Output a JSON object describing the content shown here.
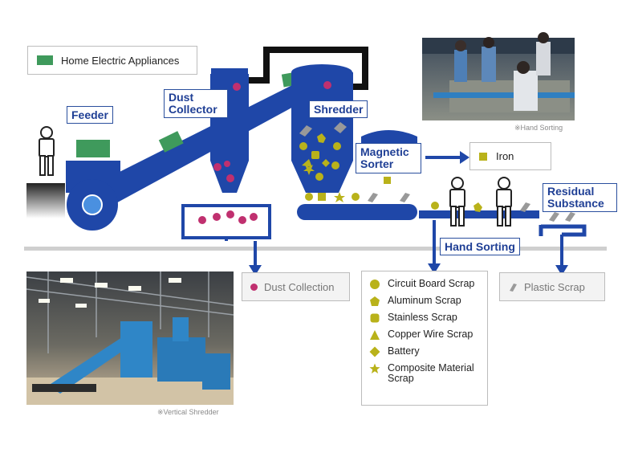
{
  "legend_top": {
    "label": "Home Electric Appliances",
    "swatch_color": "#3f9a5c"
  },
  "stations": {
    "feeder": "Feeder",
    "dust_collector": "Dust Collector",
    "shredder": "Shredder",
    "magnetic_sorter": "Magnetic Sorter",
    "residual_substance": "Residual Substance",
    "hand_sorting": "Hand Sorting"
  },
  "outputs": {
    "iron": "Iron",
    "dust_collection": "Dust Collection",
    "plastic_scrap": "Plastic Scrap"
  },
  "photo_captions": {
    "hand_sorting": "※Hand Sorting",
    "vertical_shredder": "※Vertical Shredder"
  },
  "sorted_materials": [
    {
      "label": "Circuit Board Scrap",
      "icon": "circle-icon"
    },
    {
      "label": "Aluminum Scrap",
      "icon": "pentagon-icon"
    },
    {
      "label": "Stainless Scrap",
      "icon": "rounded-square-icon"
    },
    {
      "label": "Copper Wire Scrap",
      "icon": "triangle-icon"
    },
    {
      "label": "Battery",
      "icon": "diamond-icon"
    },
    {
      "label": "Composite Material Scrap",
      "icon": "star-icon"
    }
  ],
  "colors": {
    "machine_blue": "#1f47a8",
    "appliance_green": "#3f9a5c",
    "scrap_yellow": "#b9b21a",
    "dust_pink": "#c0306f",
    "plastic_gray": "#9a9a9a"
  }
}
